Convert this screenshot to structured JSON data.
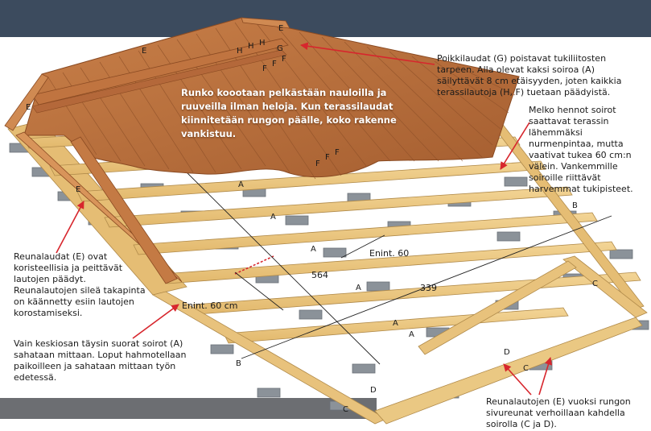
{
  "callouts": {
    "left_top": "Reunalaudat (E) ovat koristeellisia ja peittävät lautojen päädyt. Reunalautojen sileä takapinta on käännetty esiin lautojen korostamiseksi.",
    "left_bottom": "Vain keskiosan täysin suorat soirot (A) sahataan mittaan. Loput hahmotellaan paikoilleen ja sahataan mittaan työn edetessä.",
    "right_top": "Poikkilaudat (G) poistavat tukiliitosten tarpeen. Alla olevat kaksi soiroa (A) säilyttävät 8 cm etäisyyden, joten kaikkia terassilautoja (H, F) tuetaan päädyistä.",
    "right_mid": "Melko hennot soirot saattavat terassin lähemmäksi nurmenpintaa, mutta vaativat tukea 60 cm:n välein. Vankemmille soiroille riittävät harvemmat tukipisteet.",
    "right_bottom": "Reunalautojen (E) vuoksi rungon sivureunat verhoillaan kahdella soirolla (C ja D).",
    "deck_text": "Runko koootaan pelkästään nauloilla ja ruuveilla ilman heloja. Kun terassilaudat kiinnitetään rungon päälle, koko rakenne vankistuu."
  },
  "dimensions": {
    "spacing_top": "Enint. 60",
    "spacing_left": "Enint. 60 cm",
    "length_564": "564",
    "length_339": "339"
  },
  "labels": {
    "A": "A",
    "B": "B",
    "C": "C",
    "D": "D",
    "E": "E",
    "F": "F",
    "G": "G",
    "H": "H"
  },
  "colors": {
    "top_bar": "#3c4b5e",
    "bottom_bar": "#6c6e72",
    "deck_wood": "#b86e3c",
    "joist_wood": "#e9c47e",
    "concrete_block": "#8b9299",
    "arrow_red": "#d7262d"
  }
}
